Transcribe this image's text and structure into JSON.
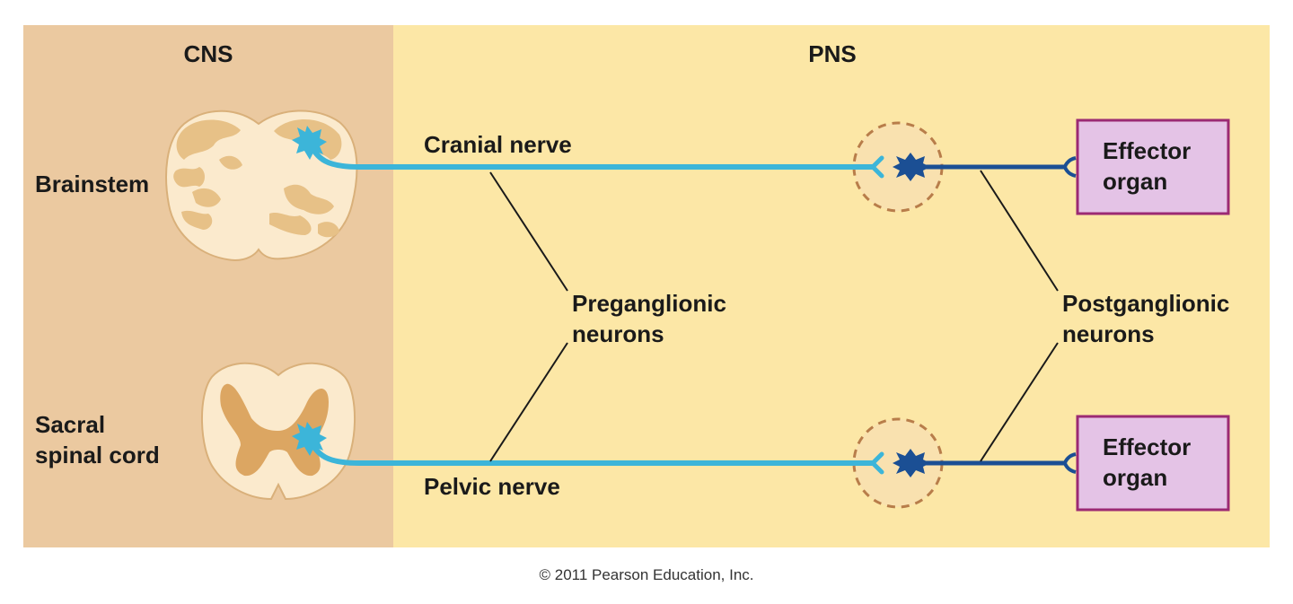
{
  "labels": {
    "cns": "CNS",
    "pns": "PNS",
    "brainstem": "Brainstem",
    "sacral_line1": "Sacral",
    "sacral_line2": "spinal cord",
    "cranial_nerve": "Cranial nerve",
    "pelvic_nerve": "Pelvic nerve",
    "preganglionic_line1": "Preganglionic",
    "preganglionic_line2": "neurons",
    "postganglionic_line1": "Postganglionic",
    "postganglionic_line2": "neurons",
    "effector_top_line1": "Effector",
    "effector_top_line2": "organ",
    "effector_bottom_line1": "Effector",
    "effector_bottom_line2": "organ"
  },
  "copyright": "© 2011 Pearson Education, Inc.",
  "colors": {
    "cns_bg": "#ebc9a0",
    "pns_bg": "#fce7a6",
    "preganglionic": "#3cb5d9",
    "postganglionic": "#1b4f94",
    "effector_fill": "#e4c3e6",
    "effector_border": "#9b2a73",
    "tissue_light": "#fbeacd",
    "tissue_dark": "#dca662",
    "ganglion_border": "#b87d4a",
    "ganglion_fill": "#f5dcb6"
  }
}
